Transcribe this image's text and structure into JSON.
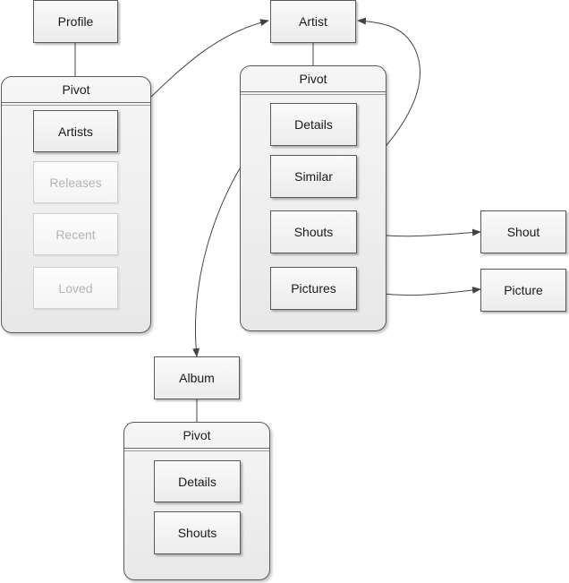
{
  "nodes": {
    "profile": "Profile",
    "artist": "Artist",
    "album": "Album",
    "shout": "Shout",
    "picture": "Picture"
  },
  "pivots": {
    "profile_pivot": {
      "title": "Pivot",
      "items": [
        "Artists",
        "Releases",
        "Recent",
        "Loved"
      ]
    },
    "artist_pivot": {
      "title": "Pivot",
      "items": [
        "Details",
        "Similar",
        "Shouts",
        "Pictures"
      ]
    },
    "album_pivot": {
      "title": "Pivot",
      "items": [
        "Details",
        "Shouts"
      ]
    }
  },
  "colors": {
    "stroke": "#5a5a5a",
    "disabled_text": "#b4b4b4"
  }
}
